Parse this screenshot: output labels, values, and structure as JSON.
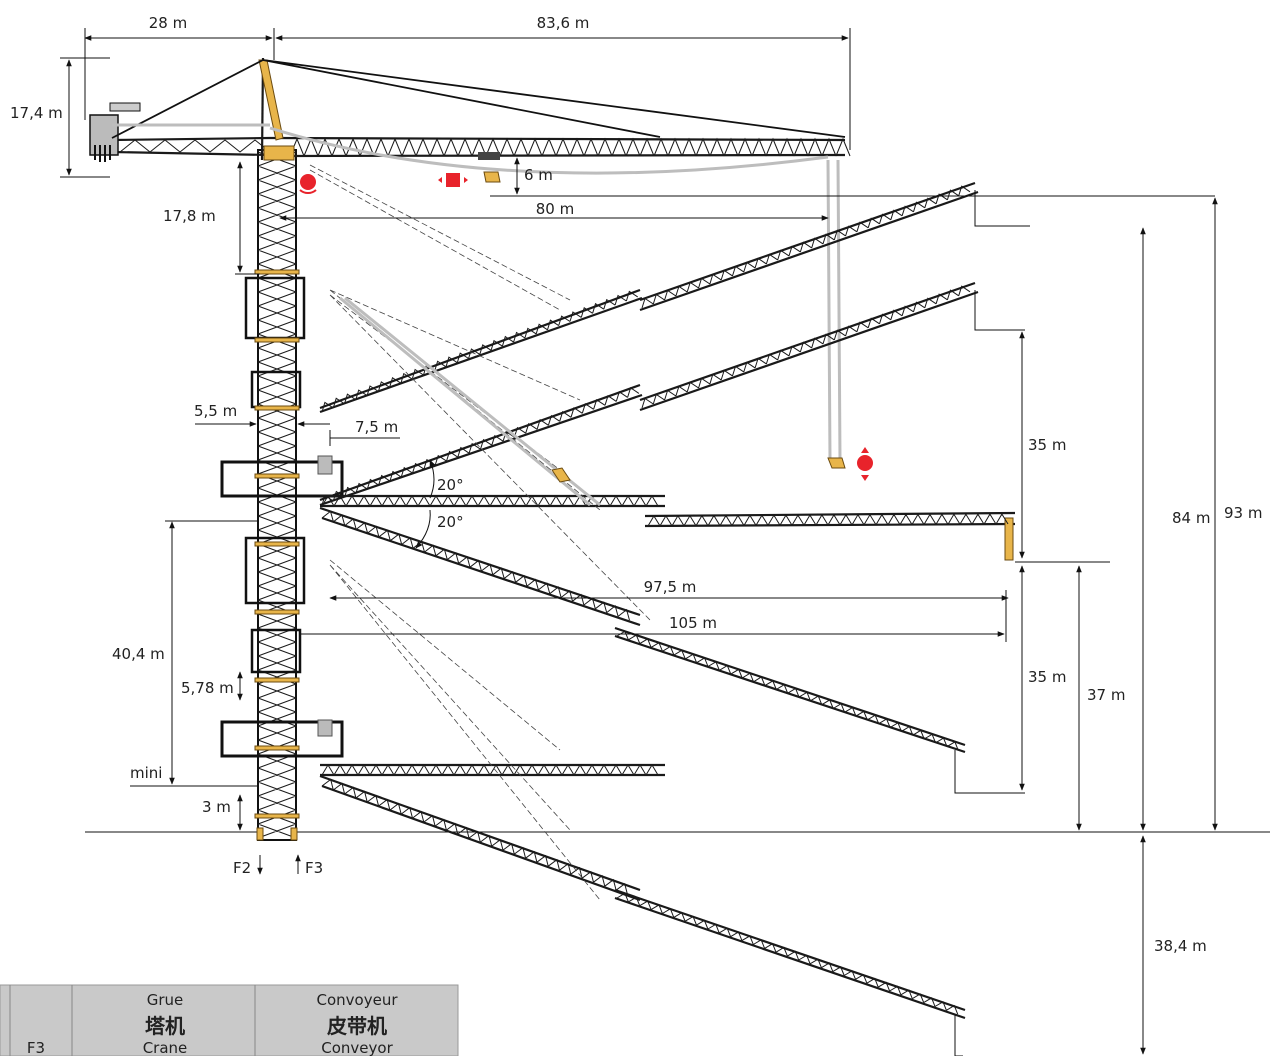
{
  "dimensions": {
    "counter_jib": "28 m",
    "jib_total": "83,6 m",
    "head_height": "17,4 m",
    "hook_height": "6 m",
    "upper_section": "17,8 m",
    "jib_radius": "80 m",
    "mast_width": "5,5 m",
    "collar_offset": "7,5 m",
    "angle_up": "20°",
    "angle_down": "20°",
    "reach_a": "97,5 m",
    "reach_b": "105 m",
    "lower_travel": "40,4 m",
    "step": "5,78 m",
    "base_min": "mini",
    "base_height": "3 m",
    "luff_upper": "35 m",
    "luff_lower": "35 m",
    "height_37": "37 m",
    "height_84": "84 m",
    "height_93": "93 m",
    "depth_below": "38,4 m"
  },
  "forces": {
    "down": "F2",
    "up": "F3"
  },
  "table": {
    "first_col": "F3",
    "crane": {
      "fr": "Grue",
      "zh": "塔机",
      "en": "Crane"
    },
    "conveyor": {
      "fr": "Convoyeur",
      "zh": "皮带机",
      "en": "Conveyor"
    }
  },
  "colors": {
    "structure": "#1a1a1a",
    "accent_yellow": "#e8b54a",
    "indicator_red": "#e8232b",
    "rope_grey": "#bdbdbd",
    "table_header": "#c9c9c9"
  }
}
